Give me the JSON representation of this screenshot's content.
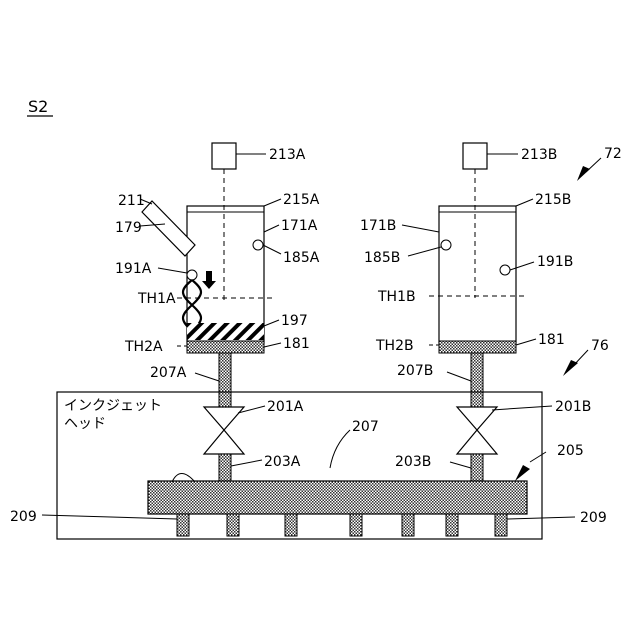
{
  "figure_id": "S2",
  "left_unit": {
    "sensor": "213A",
    "lid": "215A",
    "tank": "171A",
    "port": "185A",
    "float": "191A",
    "nozzle": "211",
    "nozzle_part": "179",
    "threshold_upper": "TH1A",
    "threshold_lower": "TH2A",
    "sediment": "197",
    "filter": "181",
    "pipe": "207A",
    "valve": "201A",
    "lower_pipe": "203A"
  },
  "right_unit": {
    "system": "72",
    "sensor": "213B",
    "lid": "215B",
    "tank": "171B",
    "port": "185B",
    "float": "191B",
    "threshold_upper": "TH1B",
    "threshold_lower": "TH2B",
    "filter": "181",
    "pipe": "207B",
    "valve": "201B",
    "lower_pipe": "203B"
  },
  "head": {
    "label_line1": "インクジェット",
    "label_line2": "ヘッド",
    "ref": "76",
    "manifold_pipe": "207",
    "manifold": "205",
    "nozzle_left": "209",
    "nozzle_right": "209"
  }
}
